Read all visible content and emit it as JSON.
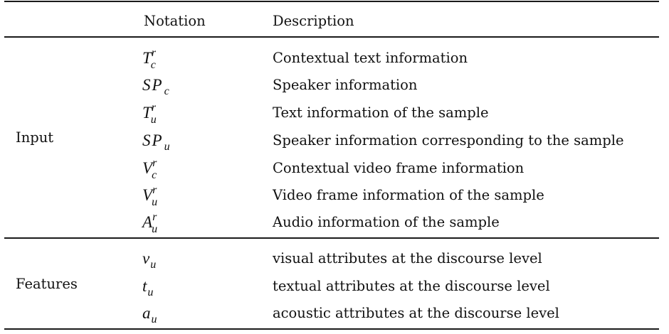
{
  "table": {
    "headers": {
      "group": "",
      "notation": "Notation",
      "description": "Description"
    },
    "sections": [
      {
        "group": "Input",
        "rows": [
          {
            "base": "T",
            "sup": "r",
            "sub": "c",
            "description": "Contextual text information"
          },
          {
            "base": "SP",
            "sup": "",
            "sub": "c",
            "description": "Speaker information"
          },
          {
            "base": "T",
            "sup": "r",
            "sub": "u",
            "description": "Text information of the sample"
          },
          {
            "base": "SP",
            "sup": "",
            "sub": "u",
            "description": "Speaker information corresponding to the sample"
          },
          {
            "base": "V",
            "sup": "r",
            "sub": "c",
            "description": "Contextual video frame information"
          },
          {
            "base": "V",
            "sup": "r",
            "sub": "u",
            "description": "Video frame information of the sample"
          },
          {
            "base": "A",
            "sup": "r",
            "sub": "u",
            "description": "Audio information of the sample"
          }
        ]
      },
      {
        "group": "Features",
        "rows": [
          {
            "base": "v",
            "sup": "",
            "sub": "u",
            "description": "visual attributes at the discourse level"
          },
          {
            "base": "t",
            "sup": "",
            "sub": "u",
            "description": "textual attributes at the discourse level"
          },
          {
            "base": "a",
            "sup": "",
            "sub": "u",
            "description": "acoustic attributes at the discourse level"
          }
        ]
      }
    ]
  }
}
